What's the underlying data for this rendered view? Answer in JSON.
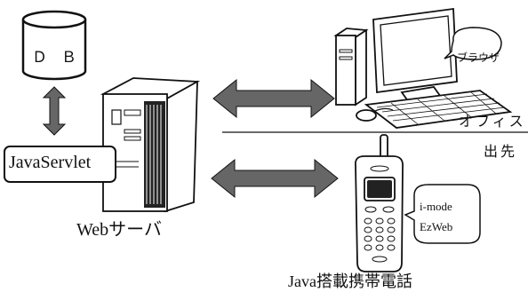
{
  "diagram": {
    "db": {
      "label": "ＤＢ"
    },
    "servlet": {
      "label": "JavaServlet"
    },
    "server": {
      "label": "Webサーバ"
    },
    "office": {
      "browser_label": "ブラウザ",
      "zone_label": "オフィス"
    },
    "outside": {
      "zone_label": "出先"
    },
    "phone": {
      "caption": "Java搭載携帯電話",
      "services": [
        "i-mode",
        "EzWeb"
      ]
    },
    "colors": {
      "arrow_fill": "#666666",
      "line": "#111111",
      "background": "#ffffff"
    }
  }
}
